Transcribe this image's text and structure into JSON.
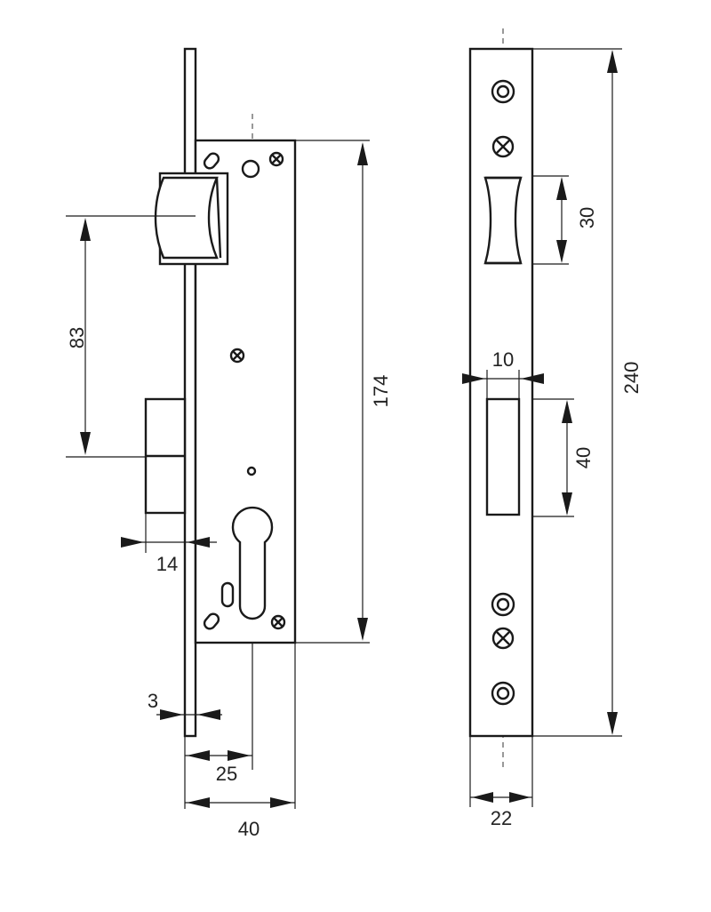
{
  "dimensions": {
    "d83": "83",
    "d14": "14",
    "d174": "174",
    "d3": "3",
    "d25": "25",
    "d40_width": "40",
    "d30": "30",
    "d10": "10",
    "d40_bolt": "40",
    "d240": "240",
    "d22": "22"
  }
}
